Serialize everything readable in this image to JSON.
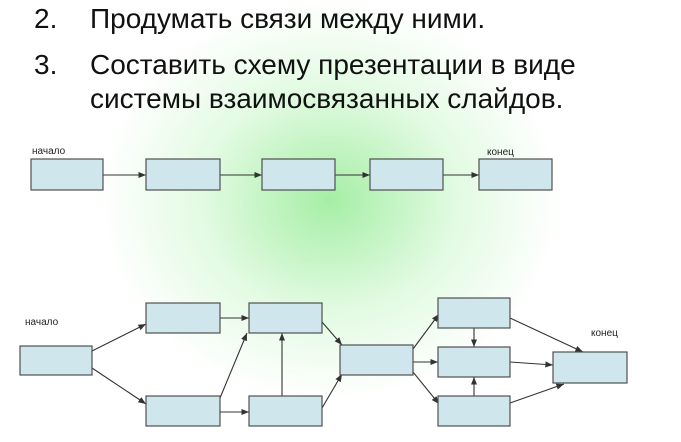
{
  "list": {
    "item2": {
      "number": "2.",
      "text": "Продумать связи между ними."
    },
    "item3": {
      "number": "3.",
      "text_line1": "Составить схему презентации в виде",
      "text_line2": "системы взаимосвязанных слайдов."
    }
  },
  "linear_scheme": {
    "start_label": "начало",
    "end_label": "конец",
    "slide_count": 5
  },
  "network_scheme": {
    "start_label": "начало",
    "end_label": "конец",
    "slide_count": 10
  },
  "colors": {
    "slide_fill": "#cfe6ec",
    "slide_border": "#505050",
    "glow": "#96eb96"
  }
}
